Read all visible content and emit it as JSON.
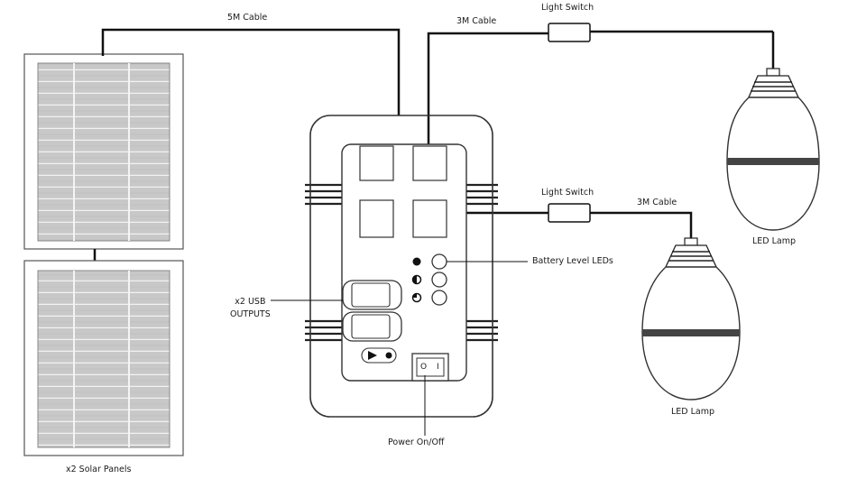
{
  "labels": {
    "cable_5m": "5M Cable",
    "cable_3m_top": "3M Cable",
    "cable_3m_bottom": "3M Cable",
    "light_switch_top": "Light Switch",
    "light_switch_bottom": "Light Switch",
    "battery_leds": "Battery Level LEDs",
    "usb_outputs_line1": "x2 USB",
    "usb_outputs_line2": "OUTPUTS",
    "power": "Power On/Off",
    "solar_panels": "x2 Solar Panels",
    "led_lamp_top": "LED Lamp",
    "led_lamp_bottom": "LED Lamp",
    "power_switch_off": "O",
    "power_switch_on": "I"
  }
}
